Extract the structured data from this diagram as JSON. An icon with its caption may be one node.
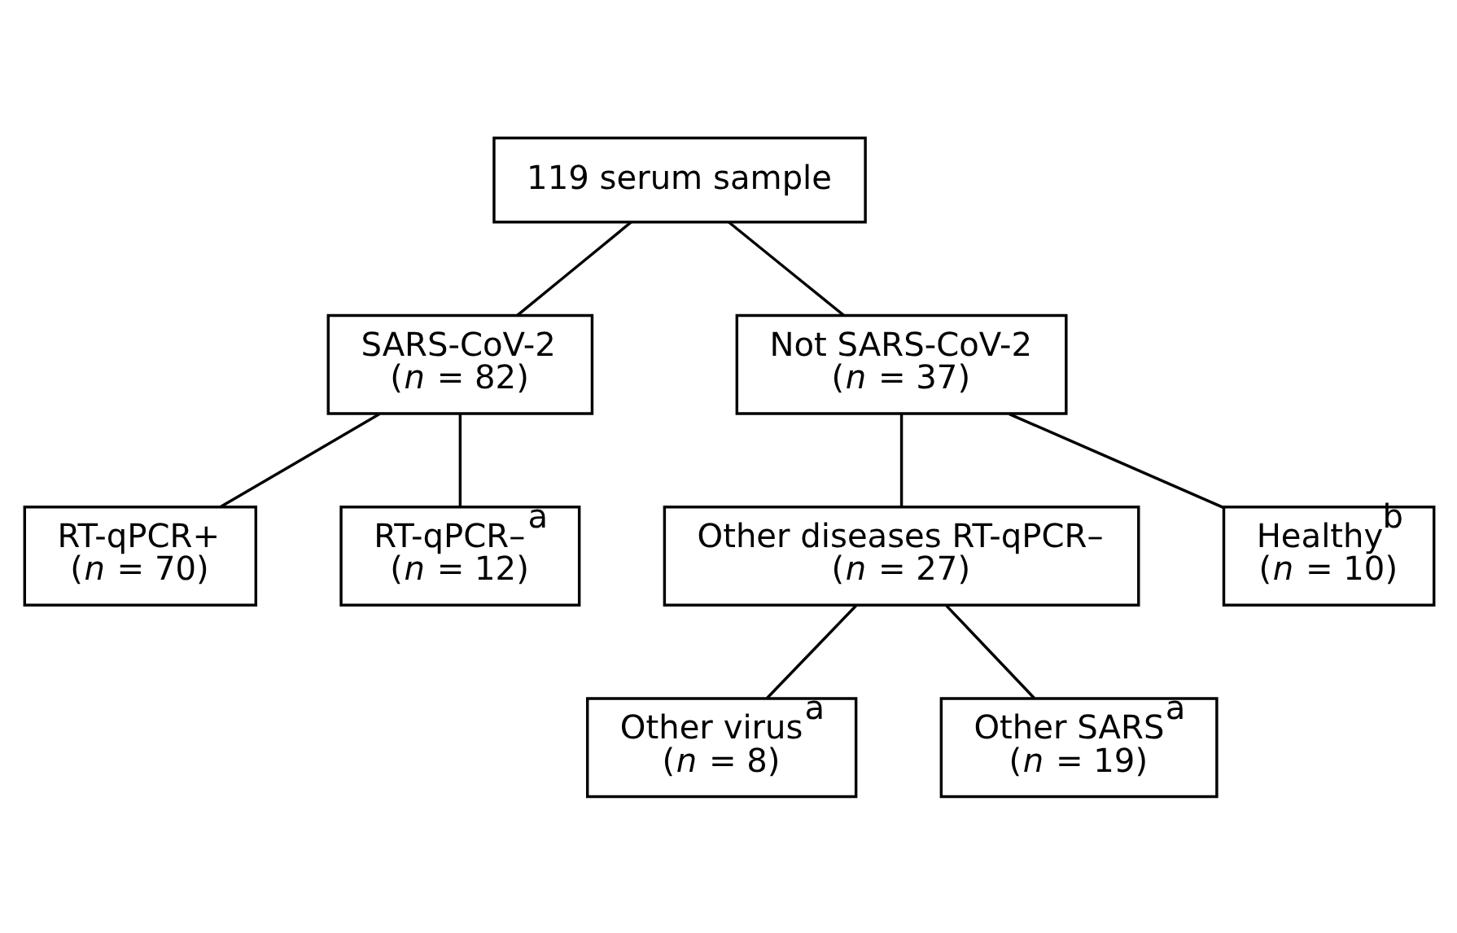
{
  "diagram": {
    "nodes": [
      {
        "text": [
          "119 serum sample"
        ]
      },
      {
        "text": [
          "SARS-CoV-2",
          "(*n* = 82)"
        ]
      },
      {
        "text": [
          "Not SARS-CoV-2",
          "(*n* = 37)"
        ]
      },
      {
        "text": [
          "RT-qPCR+",
          "(*n* = 70)"
        ]
      },
      {
        "text": [
          "RT-qPCR–$^{a}$",
          "(*n* = 12)"
        ]
      },
      {
        "text": [
          "Other diseases RT-qPCR–",
          "(*n* = 27)"
        ]
      },
      {
        "text": [
          "Healthy$^{b}$",
          "(*n* = 10)"
        ]
      },
      {
        "text": [
          "Other virus$^{a}$",
          "(*n* = 8)"
        ]
      },
      {
        "text": [
          "Other SARS$^{a}$",
          "(*n* = 19)"
        ]
      }
    ],
    "edges": [
      {
        "from": 0,
        "to": 1,
        "arrow": "none"
      },
      {
        "from": 0,
        "to": 2,
        "arrow": "none"
      },
      {
        "from": 1,
        "to": 3,
        "arrow": "none"
      },
      {
        "from": 1,
        "to": 4,
        "arrow": "none"
      },
      {
        "from": 2,
        "to": 5,
        "arrow": "none"
      },
      {
        "from": 2,
        "to": 6,
        "arrow": "none"
      },
      {
        "from": 5,
        "to": 7,
        "arrow": "none"
      },
      {
        "from": 5,
        "to": 8,
        "arrow": "none"
      }
    ]
  }
}
